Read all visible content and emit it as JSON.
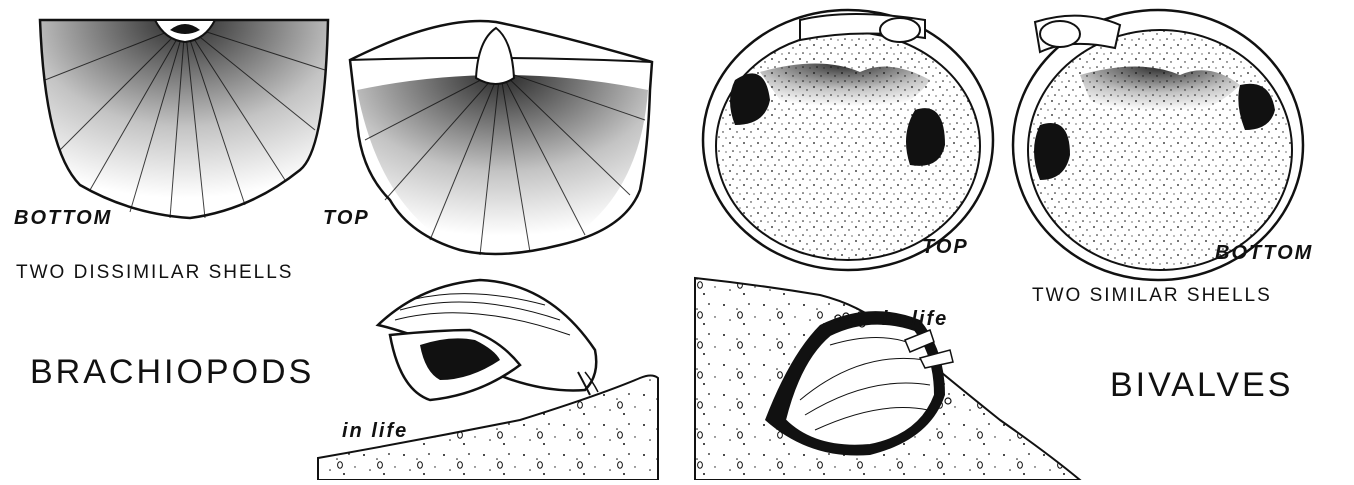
{
  "brachiopods": {
    "title": "BRACHIOPODS",
    "caption": "TWO DISSIMILAR SHELLS",
    "bottom_label": "BOTTOM",
    "top_label": "TOP",
    "life_label": "in life"
  },
  "bivalves": {
    "title": "BIVALVES",
    "caption": "TWO SIMILAR SHELLS",
    "top_label": "TOP",
    "bottom_label": "BOTTOM",
    "life_label": "in life"
  },
  "colors": {
    "ink": "#111111",
    "paper": "#ffffff"
  }
}
